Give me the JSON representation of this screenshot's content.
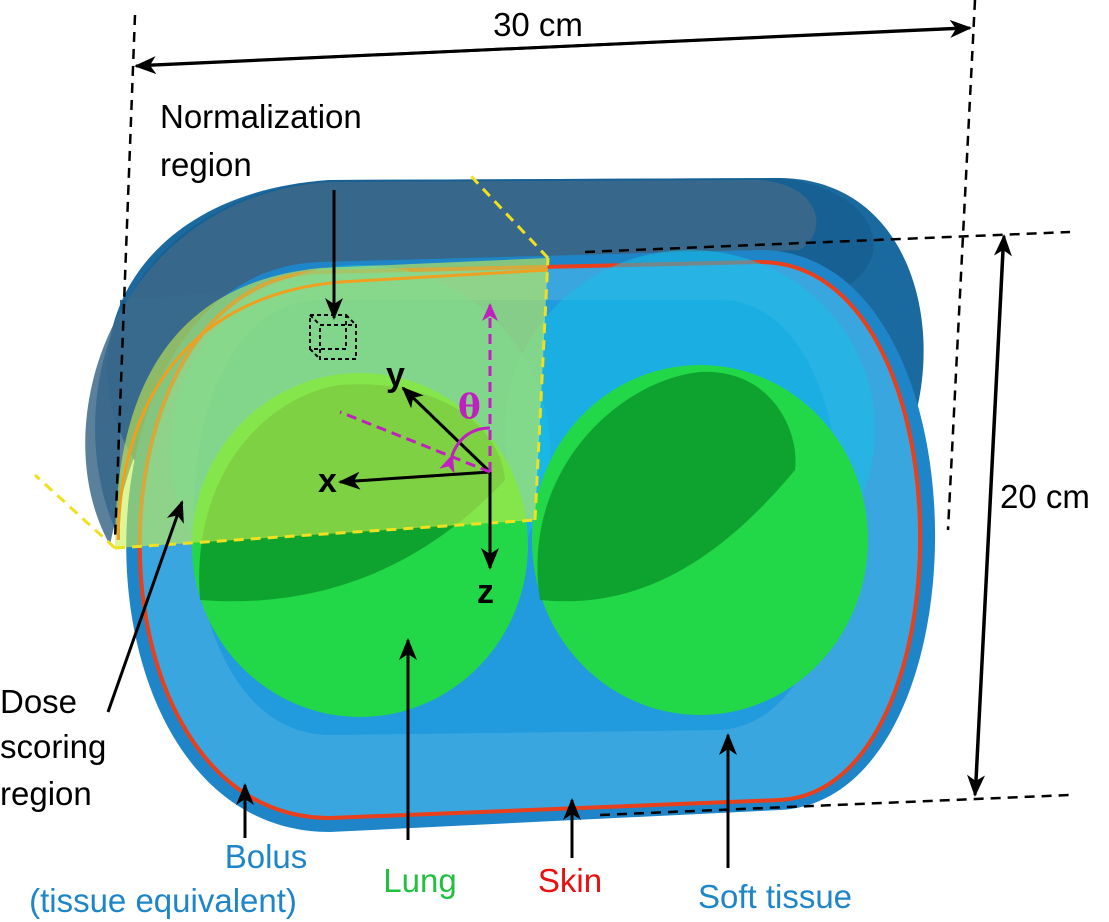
{
  "dimensions": {
    "width": "30 cm",
    "height": "20 cm"
  },
  "axes": {
    "x": "x",
    "y": "y",
    "z": "z",
    "angle": "θ"
  },
  "labels": {
    "normalization_region": [
      "Normalization",
      "region"
    ],
    "dose_scoring_region": [
      "Dose",
      "scoring",
      "region"
    ],
    "bolus": [
      "Bolus",
      "(tissue equivalent)"
    ],
    "lung": "Lung",
    "skin": "Skin",
    "soft_tissue": "Soft tissue"
  },
  "colors": {
    "bolus": "#1e86c8",
    "bolus_dark": "#155a8a",
    "soft_tissue": "#2e9ad8",
    "lung": "#22d848",
    "lung_dark": "#0a9a2a",
    "skin": "#e8401c",
    "dose_region": "#c8f050",
    "yellow_line": "#f0e020",
    "angle": "#c020c0",
    "label_blue": "#1e86c8",
    "label_green": "#22c040",
    "label_red": "#e81010"
  }
}
